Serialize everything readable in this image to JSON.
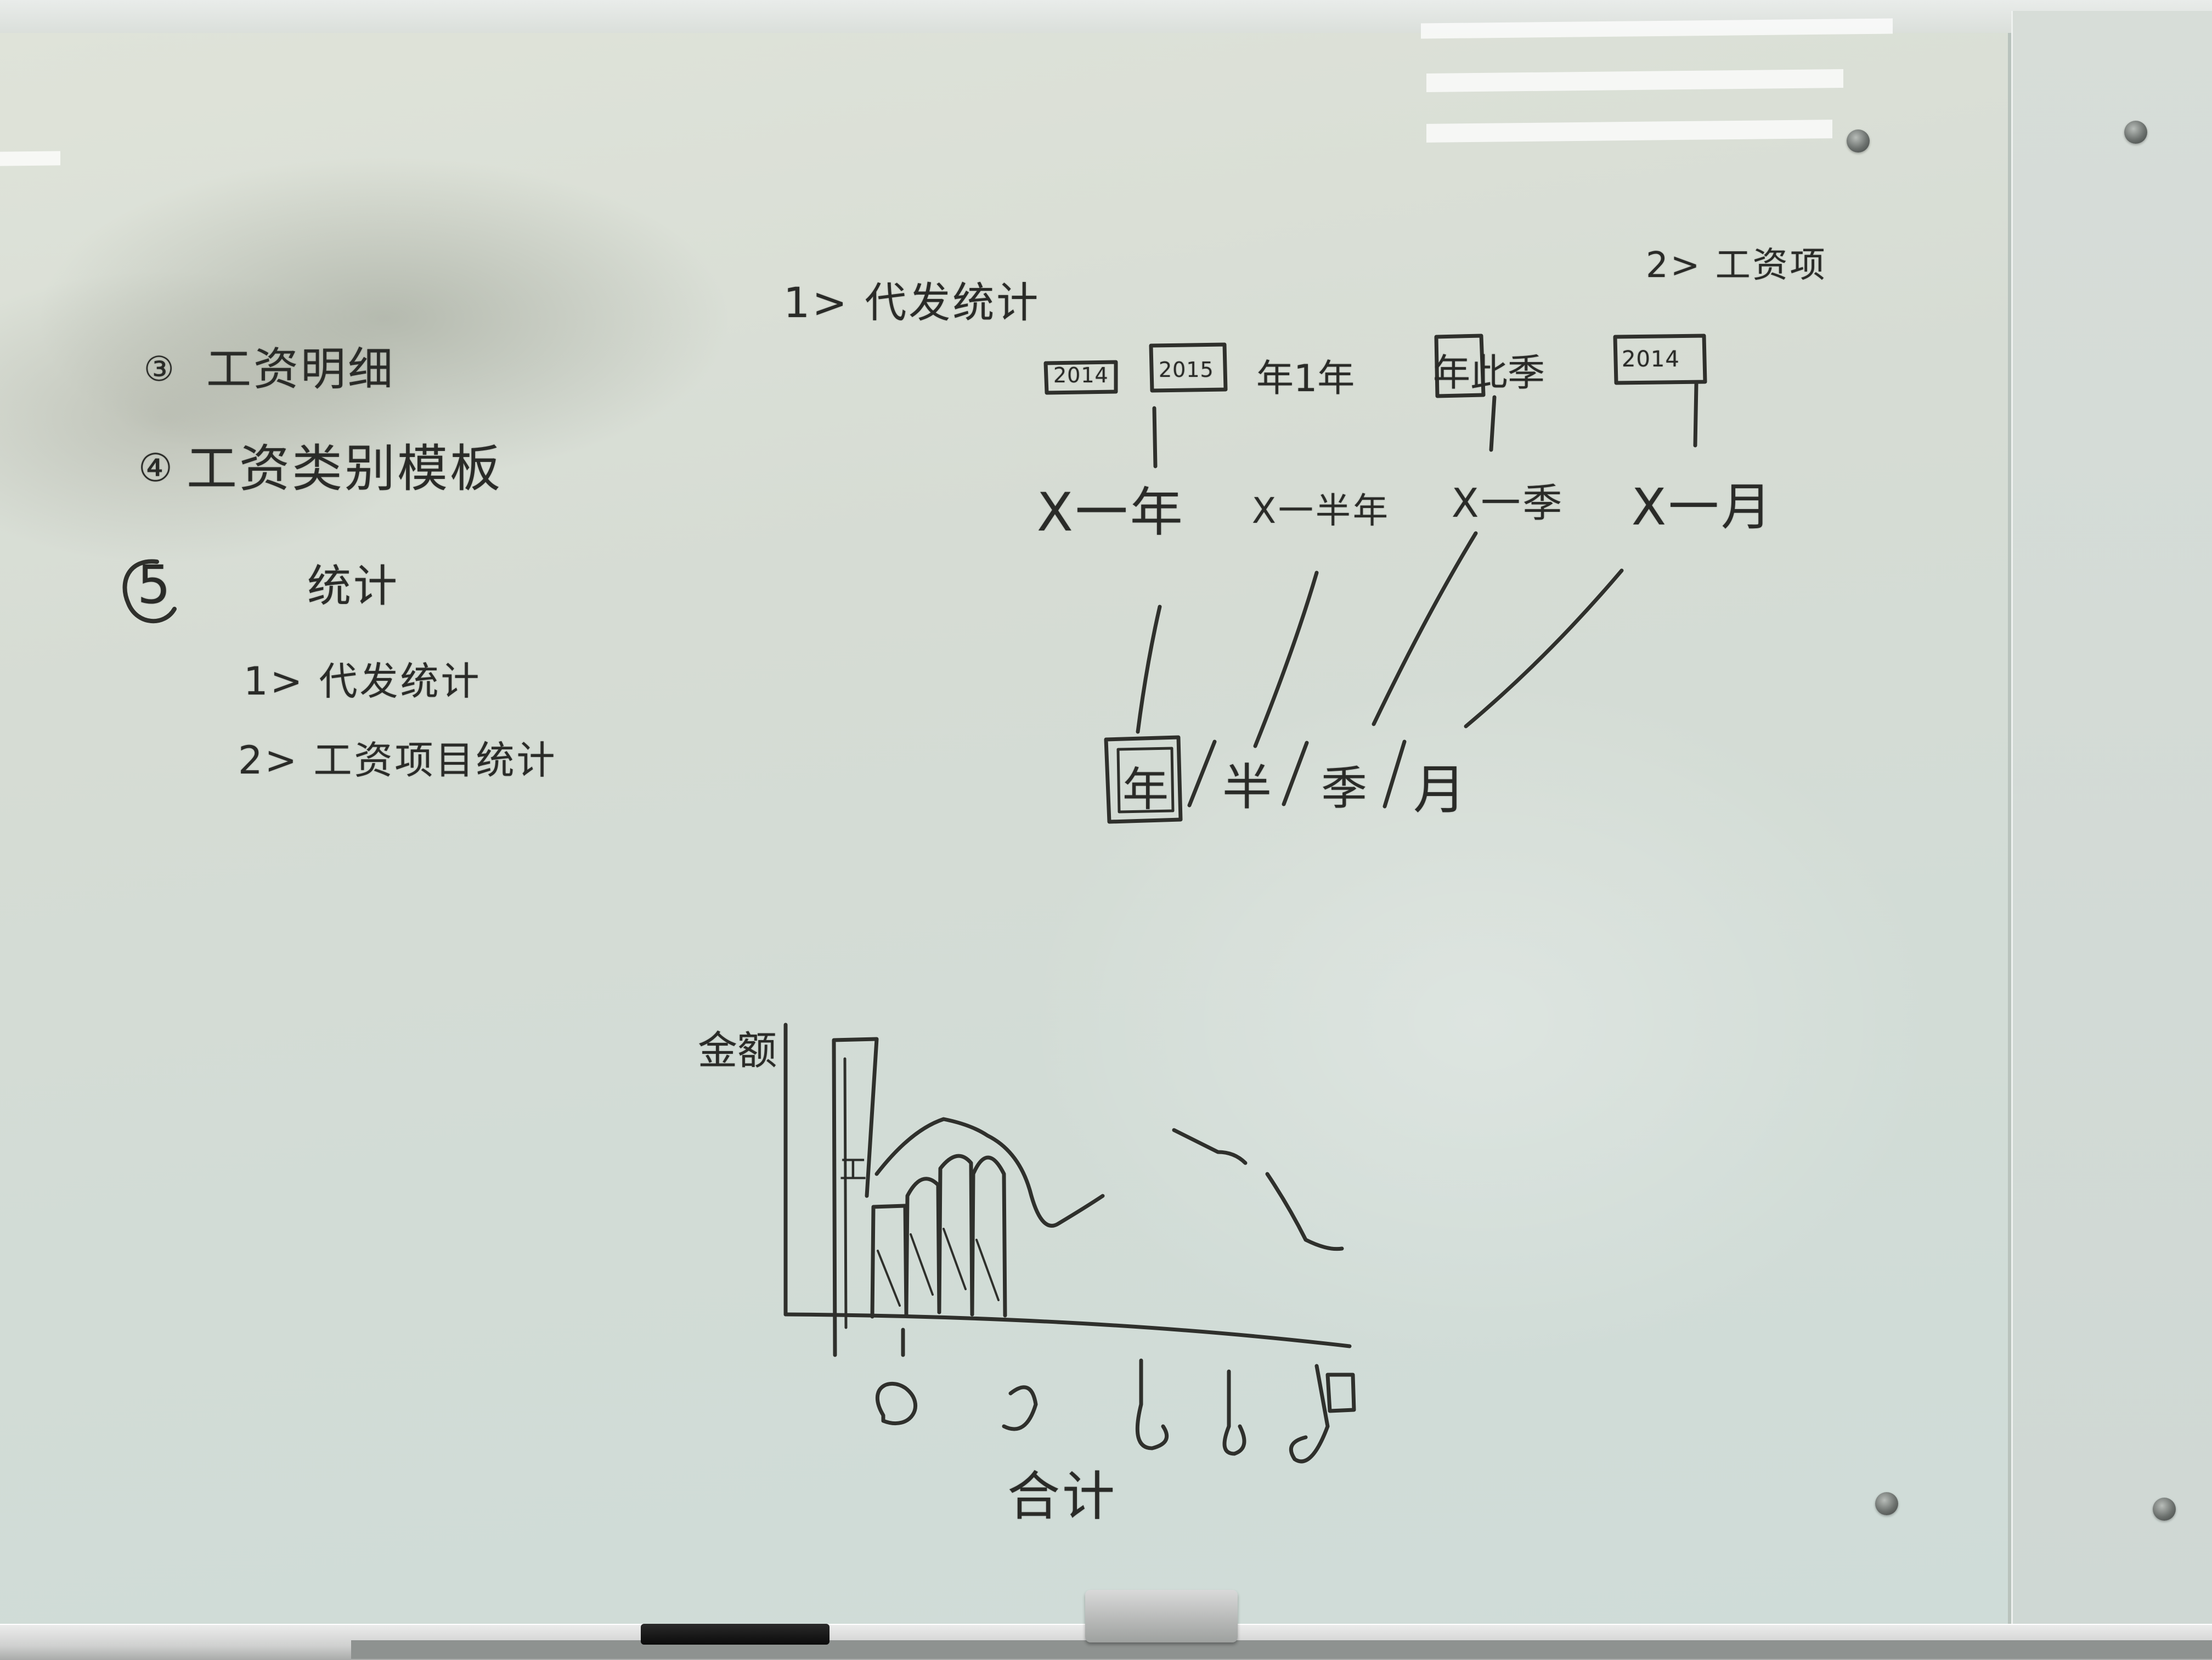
{
  "scene": {
    "ink_color": "#2a2b28",
    "board_color": "#d8ded6"
  },
  "left_list": {
    "item_3": {
      "marker": "③",
      "text": "工资明细"
    },
    "item_4": {
      "marker": "④",
      "text": "工资类别模板"
    },
    "item_5": {
      "marker": "5",
      "text": "统计"
    },
    "sub_1": "1> 代发统计",
    "sub_2": "2> 工资项目统计"
  },
  "right_header": {
    "title": "1> 代发统计",
    "corner_note": "2> 工资项"
  },
  "filters": {
    "box_1a": "2014",
    "box_1b": "2015",
    "box_2": "年1年",
    "box_3": "年此季",
    "box_4": "2014"
  },
  "x_labels": {
    "label_1": "X一年",
    "label_2": "X一半年",
    "label_3": "X一季",
    "label_4": "X一月"
  },
  "period_options": {
    "opt_year": "年",
    "opt_half": "半",
    "opt_quarter": "季",
    "opt_month": "月"
  },
  "sketch_chart": {
    "ylabel": "金额",
    "bar_mark": "工",
    "xlabel": "合计"
  }
}
